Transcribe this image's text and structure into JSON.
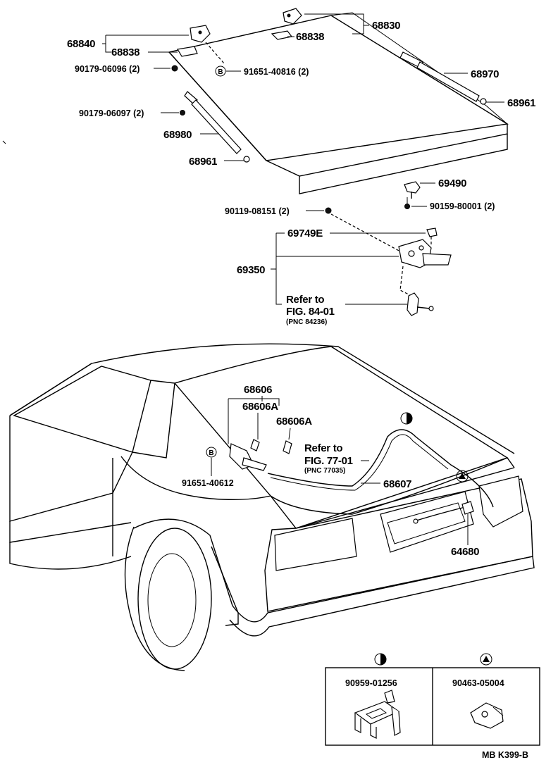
{
  "labels": {
    "p68830": "68830",
    "p68838_top": "68838",
    "p68840": "68840",
    "p68838_left": "68838",
    "p90179_06096": "90179-06096 (2)",
    "p91651_40816": "91651-40816 (2)",
    "p68970": "68970",
    "p68961_right": "68961",
    "p90179_06097": "90179-06097 (2)",
    "p68980": "68980",
    "p68961_left": "68961",
    "p69490": "69490",
    "p90159_80001": "90159-80001 (2)",
    "p90119_08151": "90119-08151 (2)",
    "p69749E": "69749E",
    "p69350": "69350",
    "refer1_line1": "Refer to",
    "refer1_line2": "FIG. 84-01",
    "refer1_pnc": "(PNC 84236)",
    "p68606": "68606",
    "p68606A_a": "68606A",
    "p68606A_b": "68606A",
    "refer2_line1": "Refer to",
    "refer2_line2": "FIG. 77-01",
    "refer2_pnc": "(PNC 77035)",
    "p91651_40612": "91651-40612",
    "p68607": "68607",
    "p64680": "64680",
    "inset1_part": "90959-01256",
    "inset2_part": "90463-05004",
    "footer": "MB  K399-B"
  },
  "icons": {
    "bolt_marker": "B",
    "inset1_symbol": "half-circle-icon",
    "inset2_symbol": "triangle-icon"
  }
}
